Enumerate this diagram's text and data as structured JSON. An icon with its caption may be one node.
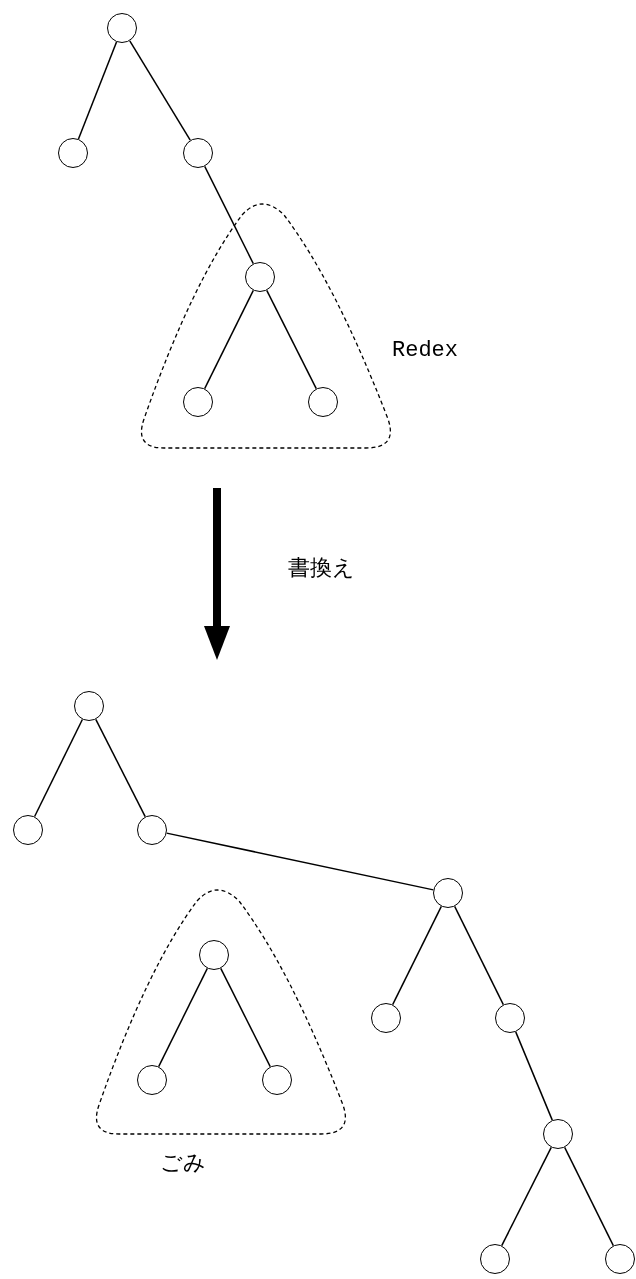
{
  "diagram": {
    "nodes": [
      {
        "text": [],
        "shape": "circle"
      },
      {
        "text": [],
        "shape": "circle"
      },
      {
        "text": [],
        "shape": "circle"
      },
      {
        "text": [],
        "shape": "triangle",
        "beside": [
          "Redex"
        ]
      },
      {
        "text": [],
        "shape": "circle",
        "in": 3
      },
      {
        "text": [],
        "shape": "circle",
        "in": 3
      },
      {
        "text": [],
        "shape": "circle",
        "in": 3
      },
      {
        "text": [],
        "shape": "circle"
      },
      {
        "text": [],
        "shape": "circle"
      },
      {
        "text": [],
        "shape": "circle"
      },
      {
        "text": [],
        "shape": "triangle",
        "beside": [
          "ごみ"
        ]
      },
      {
        "text": [],
        "shape": "circle",
        "in": 10
      },
      {
        "text": [],
        "shape": "circle",
        "in": 10
      },
      {
        "text": [],
        "shape": "circle",
        "in": 10
      },
      {
        "text": [],
        "shape": "circle"
      },
      {
        "text": [],
        "shape": "circle"
      },
      {
        "text": [],
        "shape": "circle"
      },
      {
        "text": [],
        "shape": "circle"
      },
      {
        "text": [],
        "shape": "circle"
      },
      {
        "text": [],
        "shape": "circle"
      }
    ],
    "edges": [
      {
        "from": 0,
        "to": 1,
        "arrow": "none"
      },
      {
        "from": 0,
        "to": 2,
        "arrow": "none"
      },
      {
        "from": 2,
        "to": 4,
        "arrow": "none"
      },
      {
        "from": 4,
        "to": 5,
        "arrow": "none"
      },
      {
        "from": 4,
        "to": 6,
        "arrow": "none"
      },
      {
        "from": 7,
        "to": 8,
        "arrow": "none"
      },
      {
        "from": 7,
        "to": 9,
        "arrow": "none"
      },
      {
        "from": 9,
        "to": 14,
        "arrow": "none"
      },
      {
        "from": 11,
        "to": 12,
        "arrow": "none"
      },
      {
        "from": 11,
        "to": 13,
        "arrow": "none"
      },
      {
        "from": 14,
        "to": 15,
        "arrow": "none"
      },
      {
        "from": 14,
        "to": 16,
        "arrow": "none"
      },
      {
        "from": 16,
        "to": 17,
        "arrow": "none"
      },
      {
        "from": 17,
        "to": 18,
        "arrow": "none"
      },
      {
        "from": 17,
        "to": 19,
        "arrow": "none"
      }
    ],
    "labels": [
      "書換え"
    ]
  }
}
